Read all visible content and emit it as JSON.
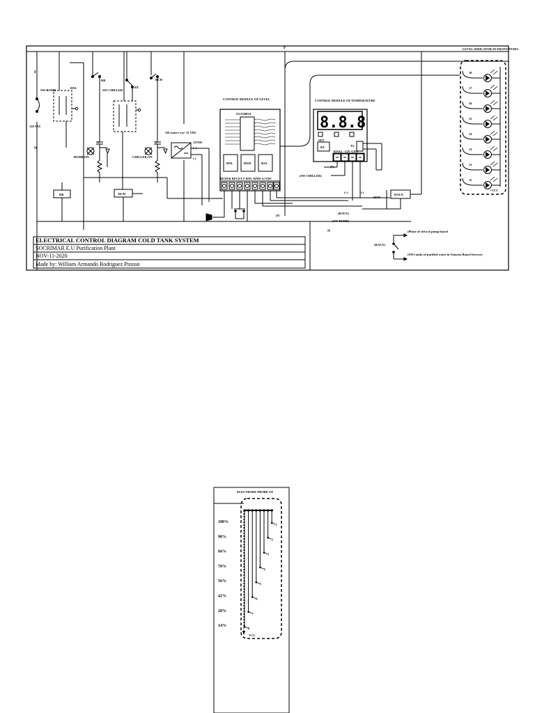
{
  "diagram": {
    "labels": {
      "phase": "F",
      "neutral": "N",
      "phase_top": "F",
      "neutral_bottom": "N",
      "supply": "120 VAC",
      "sw_bomb": "SW-BOMB",
      "rnl": "RNL",
      "rb": "RB",
      "sw_chiller": "SW-CHILLER",
      "rt": "RT",
      "rch": "RCH",
      "c1": "C",
      "c2": "C",
      "bomb_on": "BOMB ON",
      "chiller_on": "CHILLER ON",
      "rb_box": "RB",
      "rch_box": "RCH",
      "source": "110 source vac/ 12 VDC",
      "v12": "12VDC",
      "plus": "(+)",
      "minus": "(-)",
      "level_module": "CONTROL MODULE OF LEVEL",
      "chip": "ULN2803A",
      "rnl_relay": "RNL",
      "rnh_relay": "RNH",
      "rai_relay": "RAI",
      "terminals": "BUZER RECET F RNL-RNH-12 VDC",
      "temp_module": "CONTROL MODULE OF TEMPERATURE",
      "display": "8.8.8",
      "set": "SET",
      "rt_btn": "RT",
      "temp_terminals": "K0 K1 +12V GND",
      "tc": "TC",
      "f_paren": "(F)",
      "sw_chiller_paren": "(SW CHILLER)",
      "plus2": "(+)",
      "minus2": "(-)",
      "rnh": "RNH",
      "raux_box": "RAUX",
      "raux_paren": "(RAUX)",
      "sw_pump": "(SW PUMP)",
      "f2": "(F)",
      "raux2": "(RAUX)",
      "phase_note": "(Phase of cirtu of pump board",
      "sw_note": "(SW)-tanks of purified water in Osmosis Board Inverse)",
      "level_indicator": "LEVEL INDICATOR IN FRONT PANEL",
      "vcc_panel": "+VCC",
      "probe_title": "ELECTRODE PROBE OF",
      "vcc_probe": "VCC"
    },
    "led_levels": [
      "18",
      "17",
      "16",
      "15",
      "14",
      "13",
      "12",
      "11"
    ],
    "probe_levels": [
      "100%",
      "98%",
      "84%",
      "70%",
      "56%",
      "42%",
      "28%",
      "14%"
    ],
    "probe_numbers": [
      "1",
      "2",
      "3",
      "4",
      "5",
      "6",
      "7",
      "8"
    ],
    "title_block": {
      "title": "ELECTRICAL CONTROL DIAGRAM COLD TANK SYSTEM",
      "company": "SOCRIMAR E.U Purification Plant",
      "date": "NOV-11-2020",
      "author": "Made by: William Armando Rodriguez Pinzon"
    }
  }
}
